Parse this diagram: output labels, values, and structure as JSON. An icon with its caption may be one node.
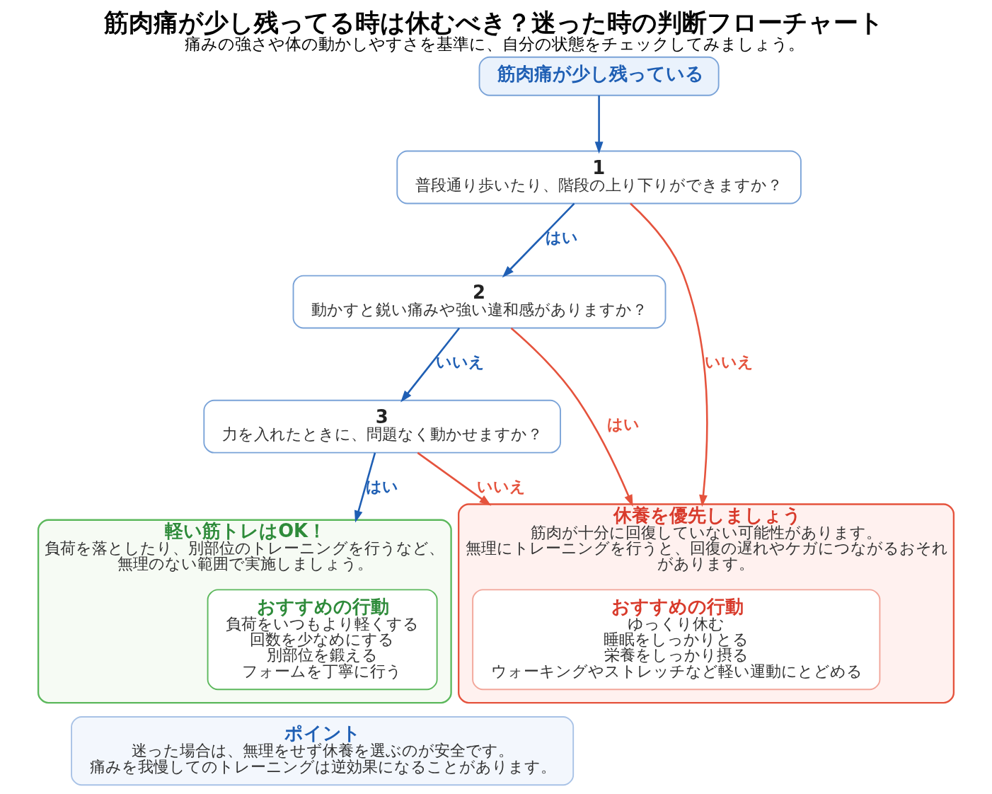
{
  "diagram": {
    "title": "筋肉痛が少し残ってる時は休むべき？迷った時の判断フローチャート",
    "caption": "痛みの強さや体の動かしやすさを基準に、自分の状態をチェックしてみましょう。",
    "nodes": [
      {
        "text": [
          "筋肉痛が少し残っている"
        ]
      },
      {
        "text": [
          "1",
          "普段通り歩いたり、階段の上り下りができますか？"
        ]
      },
      {
        "text": [
          "2",
          "動かすと鋭い痛みや強い違和感がありますか？"
        ]
      },
      {
        "text": [
          "3",
          "力を入れたときに、問題なく動かせますか？"
        ]
      },
      {
        "text": [
          "休養を優先しましょう",
          "筋肉が十分に回復していない可能性があります。",
          "無理にトレーニングを行うと、回復の遅れやケガにつながるおそれがあります。"
        ]
      },
      {
        "text": [
          "おすすめの行動",
          "ゆっくり休む",
          "睡眠をしっかりとる",
          "栄養をしっかり摂る",
          "ウォーキングやストレッチなど軽い運動にとどめる"
        ],
        "in": 4
      },
      {
        "text": [
          "軽い筋トレはOK！",
          "負荷を落としたり、別部位のトレーニングを行うなど、無理のない範囲で実施しましょう。"
        ]
      },
      {
        "text": [
          "おすすめの行動",
          "負荷をいつもより軽くする",
          "回数を少なめにする",
          "別部位を鍛える",
          "フォームを丁寧に行う"
        ],
        "in": 6
      },
      {
        "text": [
          "ポイント",
          "迷った場合は、無理をせず休養を選ぶのが安全です。痛みを我慢してのトレーニングは逆効果になることがあります。"
        ]
      }
    ],
    "edges": [
      {
        "from": 0,
        "to": 1,
        "arrow": "to"
      },
      {
        "from": 1,
        "to": 2,
        "arrow": "to",
        "label": "はい"
      },
      {
        "from": 1,
        "to": 4,
        "arrow": "to",
        "label": "いいえ",
        "color": "#e5533d"
      },
      {
        "from": 2,
        "to": 3,
        "arrow": "to",
        "label": "いいえ"
      },
      {
        "from": 2,
        "to": 4,
        "arrow": "to",
        "label": "はい",
        "color": "#e5533d"
      },
      {
        "from": 3,
        "to": 4,
        "arrow": "to",
        "label": "いいえ",
        "color": "#e5533d"
      },
      {
        "from": 3,
        "to": 6,
        "arrow": "to",
        "label": "はい"
      }
    ]
  }
}
